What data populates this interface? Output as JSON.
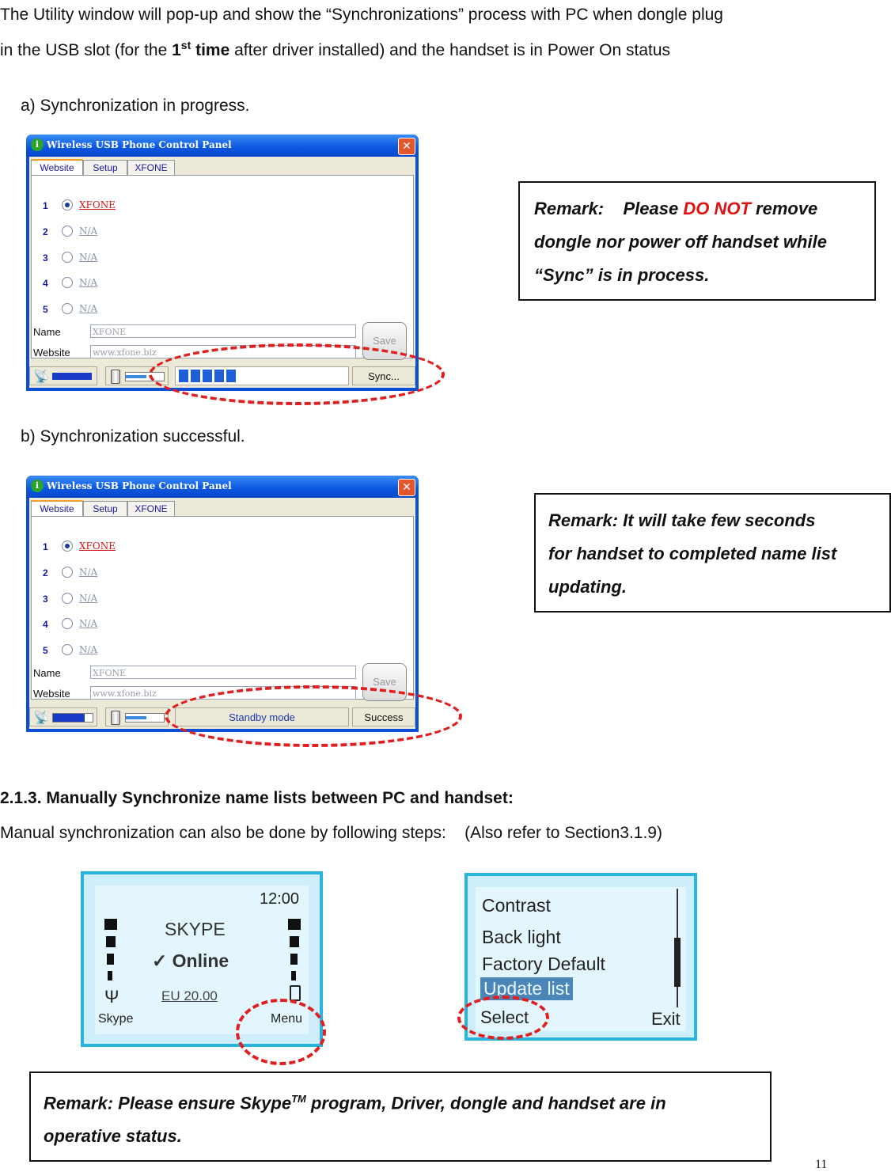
{
  "intro": {
    "line1": "The Utility window will pop-up and show the “Synchronizations” process with PC when dongle plug",
    "line2_pre": "in the USB slot (for the ",
    "line2_bold": "1",
    "line2_sup": "st",
    "line2_bold2": " time",
    "line2_post": " after driver installed) and the handset is in Power On status"
  },
  "section_a": "a) Synchronization in progress.",
  "section_b": "b) Synchronization successful.",
  "window": {
    "title": "Wireless USB Phone Control Panel",
    "app_icon": "i",
    "close": "✕",
    "tabs": [
      "Website",
      "Setup",
      "XFONE"
    ],
    "rows": [
      {
        "num": "1",
        "label": "XFONE",
        "selected": true
      },
      {
        "num": "2",
        "label": "N/A",
        "selected": false
      },
      {
        "num": "3",
        "label": "N/A",
        "selected": false
      },
      {
        "num": "4",
        "label": "N/A",
        "selected": false
      },
      {
        "num": "5",
        "label": "N/A",
        "selected": false
      }
    ],
    "name_label": "Name",
    "name_value": "XFONE",
    "website_label": "Website",
    "website_value": "www.xfone.biz",
    "save_label": "Save"
  },
  "window_a_status": {
    "progress_blocks": 5,
    "button": "Sync..."
  },
  "window_b_status": {
    "mode_text": "Standby mode",
    "result_text": "Success"
  },
  "remark1": {
    "pre": "Remark:    Please ",
    "red": "DO NOT",
    "post": " remove",
    "line2": "dongle nor power off handset while",
    "line3": "“Sync” is in process."
  },
  "remark2": {
    "line1": "Remark: It will take few seconds",
    "line2": "for handset to completed name list",
    "line3": "updating."
  },
  "section_213": {
    "heading": "2.1.3. Manually Synchronize name lists between PC and handset:",
    "text": "Manual synchronization can also be done by following steps:    (Also refer to Section3.1.9)"
  },
  "phone1": {
    "time": "12:00",
    "app": "SKYPE",
    "status": "✓ Online",
    "credit": "EU  20.00",
    "left_soft": "Skype",
    "right_soft": "Menu"
  },
  "phone2": {
    "items": [
      "Contrast",
      "Back light",
      "Factory Default",
      "Update list"
    ],
    "left_soft": "Select",
    "right_soft": "Exit"
  },
  "remark3": {
    "pre": "Remark: Please ensure Skype",
    "sup": "TM",
    "post": " program, Driver, dongle and handset are in",
    "line2": "operative status."
  },
  "page_number": "11",
  "colors": {
    "accent_red": "#e02020",
    "window_blue": "#0a4fd6",
    "phone_border": "#2ab4e0"
  }
}
